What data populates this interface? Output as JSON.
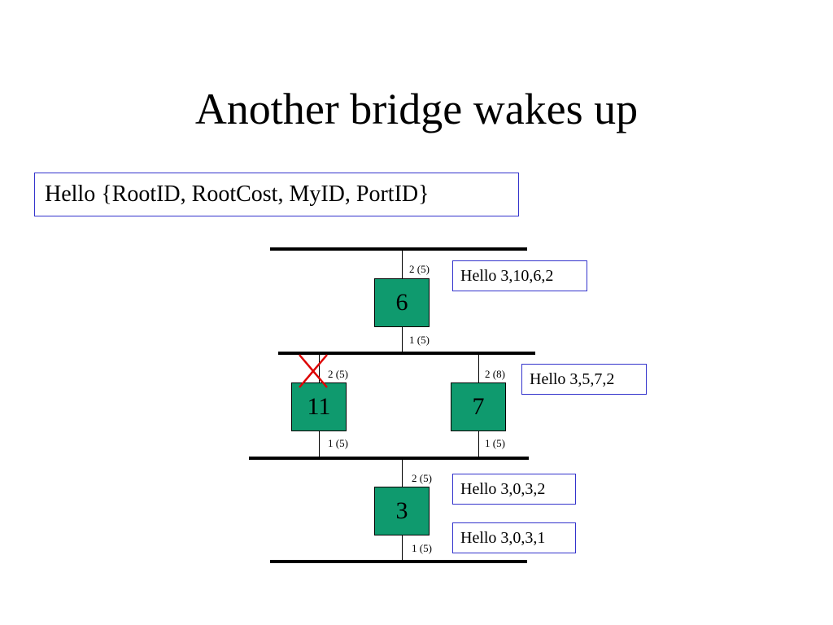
{
  "slide": {
    "title": "Another bridge wakes up",
    "legend": "Hello {RootID, RootCost, MyID, PortID}"
  },
  "colors": {
    "bridge_fill": "#0f9a6e",
    "box_border": "#3333cc",
    "blocked_mark": "#dd0000"
  },
  "bridges": {
    "b6": {
      "id": "6",
      "port_top": "2 (5)",
      "port_bottom": "1 (5)",
      "hello": "Hello 3,10,6,2"
    },
    "b11": {
      "id": "11",
      "port_top": "2 (5)",
      "port_bottom": "1 (5)",
      "port_top_state": "blocked"
    },
    "b7": {
      "id": "7",
      "port_top": "2 (8)",
      "port_bottom": "1 (5)",
      "hello": "Hello 3,5,7,2"
    },
    "b3": {
      "id": "3",
      "port_top": "2 (5)",
      "port_bottom": "1 (5)",
      "hello_port2": "Hello 3,0,3,2",
      "hello_port1": "Hello 3,0,3,1"
    }
  }
}
